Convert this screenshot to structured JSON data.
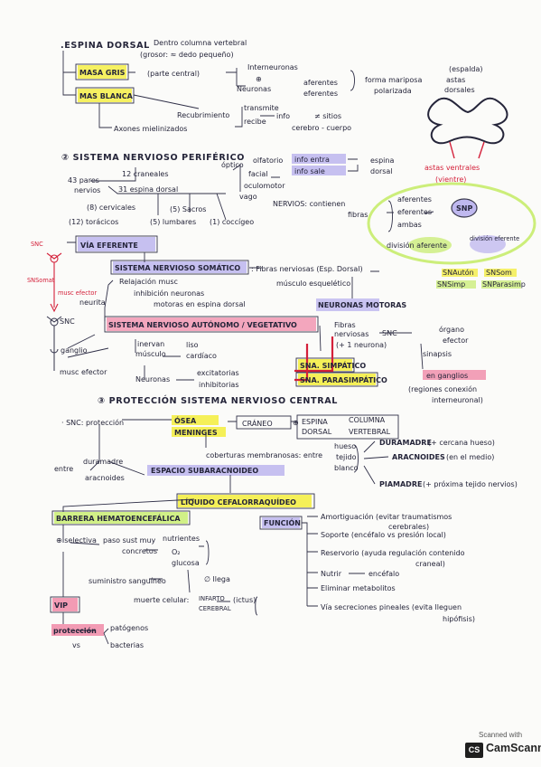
{
  "colors": {
    "ink": "#25253a",
    "yellow": "#f4ee46",
    "lilac": "#b9b1ee",
    "pink": "#f08aa8",
    "red": "#d4203a",
    "green": "#ccee7a"
  },
  "espina": {
    "title": ".ESPINA DORSAL",
    "dentro": "Dentro columna vertebral",
    "grosor": "(grosor: ≈ dedo pequeño)",
    "masa_gris": "MASA GRIS",
    "parte_central": "(parte central)",
    "interneuronas": "Interneuronas",
    "plus": "⊕",
    "neuronas": "Neuronas",
    "aferentes": "aferentes",
    "eferentes": "eferentes",
    "forma_mariposa": "forma mariposa",
    "polarizada": "polarizada",
    "espalda": "(espalda)",
    "astas": "astas",
    "dorsales": "dorsales",
    "masa_blanca": "MAS BLANCA",
    "recubrimiento": "Recubrimiento",
    "transmite": "transmite",
    "recibe": "recibe",
    "info": "info",
    "ne_sitios": "≠ sitios",
    "cerebro_cuerpo": "cerebro - cuerpo",
    "axones": "Axones mielinizados",
    "astas_ventrales": "astas ventrales",
    "vientre": "(vientre)"
  },
  "periferico": {
    "title": "② SISTEMA NERVIOSO PERIFÉRICO",
    "pares_43": "43 pares",
    "nervios": "nervios",
    "craneales": "12 craneales",
    "espina_dorsal": "31 espina dorsal",
    "optico": "óptico",
    "olfatorio": "olfatorio",
    "facial": "facial",
    "oculomotor": "oculomotor",
    "vago": "vago",
    "cervicales": "(8) cervicales",
    "sacros": "(5) Sacros",
    "toracicos": "(12) torácicos",
    "lumbares": "(5) lumbares",
    "coccigeo": "(1) coccígeo",
    "info_entra": "info entra",
    "info_sale": "info sale",
    "espina": "espina",
    "dorsal": "dorsal",
    "nervios_label": "NERVIOS: contienen",
    "fibras": "fibras",
    "f_aferentes": "aferentes",
    "f_eferentes": "eferentes",
    "f_ambas": "ambas",
    "snp": "SNP",
    "division_aferente": "división aferente",
    "division_eferente": "división eferente",
    "snauton": "SNAutón",
    "snsom": "SNSom",
    "snsimp": "SNSimp",
    "snparasimp": "SNParasimp"
  },
  "eferente": {
    "snc_label": "SNC",
    "snsomat": "SNSomat",
    "musc_efector": "musc efector",
    "via_eferente": "VÍA EFERENTE",
    "somatico": "SISTEMA NERVIOSO SOMÁTICO",
    "fibras_nerviosas": ": Fibras nerviosas (Esp. Dorsal)",
    "relajacion": "Relajación musc",
    "inhibicion": "inhibición neuronas",
    "motoras": "motoras en espina dorsal",
    "neurita": "neurita",
    "musculo_esqueletico": "músculo esquelético",
    "neuronas_motoras": "NEURONAS MOTORAS",
    "snc2": "SNC",
    "ganglio": "ganglio",
    "musc_efector2": "musc efector",
    "autonomo": "SISTEMA NERVIOSO AUTÓNOMO / VEGETATIVO",
    "fibras": "Fibras",
    "nerviosas": "nerviosas",
    "mas_neurona": "(+ 1 neurona)",
    "snc3": "SNC",
    "organo": "órgano",
    "efector": "efector",
    "sinapsis": "sinapsis",
    "inervan": "inervan",
    "musculo": "músculo",
    "liso": "liso",
    "cardiaco": "cardíaco",
    "neuronas": "Neuronas",
    "excitatorias": "excitatorias",
    "inhibitorias": "inhibitorias",
    "simpatico": "SNA. SIMPÁTICO",
    "parasimpatico": "SNA. PARASIMPÁTICO",
    "en_ganglios": "en ganglios",
    "regiones": "(regiones conexión",
    "interneuronal": "interneuronal)"
  },
  "central": {
    "title": "③ PROTECCIÓN SISTEMA NERVIOSO CENTRAL",
    "snc_proteccion": "· SNC: protección",
    "osea": "ÓSEA",
    "meninges": "MENINGES",
    "craneo": "CRÁNEO",
    "plus": "⊕",
    "espina": "ESPINA",
    "dorsal": "DORSAL",
    "columna": "COLUMNA",
    "vertebral": "VERTEBRAL",
    "coberturas": "coberturas membranosas: entre",
    "hueso": "hueso",
    "tejido": "tejido",
    "blanco": "blanco",
    "duramadre": "DURAMADRE",
    "duramadre_note": "(+ cercana hueso)",
    "aracnoides": "ARACNOIDES",
    "aracnoides_note": "(en el medio)",
    "piamadre": "PIAMADRE",
    "piamadre_note": "(+ próxima tejido nervios)",
    "entre": "entre",
    "e_duramadre": "duramadre",
    "e_aracnoides": "aracnoides",
    "subaracnoideo": "ESPACIO SUBARACNOIDEO",
    "liquido": "LÍQUIDO CEFALORRAQUÍDEO",
    "barrera": "BARRERA HEMATOENCEFÁLICA",
    "funcion": "FUNCIÓN",
    "selectiva": "⊕ selectiva",
    "paso": "paso sust muy",
    "nutrientes": "nutrientes",
    "concretos": "concretos",
    "o2": "O₂",
    "glucosa": "glucosa",
    "suministro": "suministro sanguíneo",
    "no_llega": "∅ llega",
    "muerte": "muerte celular:",
    "infarto": "INFARTO",
    "cerebral": "CEREBRAL",
    "ictus": "(ictus)",
    "vip": "VIP",
    "proteccion": "protección",
    "vs": "vs",
    "patogenos": "patógenos",
    "bacterias": "bacterias",
    "amortiguacion": "Amortiguación (evitar traumatismos",
    "cerebrales": "cerebrales)",
    "soporte": "Soporte (encéfalo vs presión local)",
    "reservorio": "Reservorio (ayuda regulación contenido",
    "craneal": "craneal)",
    "nutrir": "Nutrir",
    "encefalo": "encéfalo",
    "eliminar": "Eliminar metabolitos",
    "via_secreciones": "Vía secreciones pineales (evita lleguen",
    "hipofisis": "hipófisis)"
  },
  "scanner": {
    "scanned_with": "Scanned with",
    "logo": "CS",
    "name": "CamScanner"
  }
}
